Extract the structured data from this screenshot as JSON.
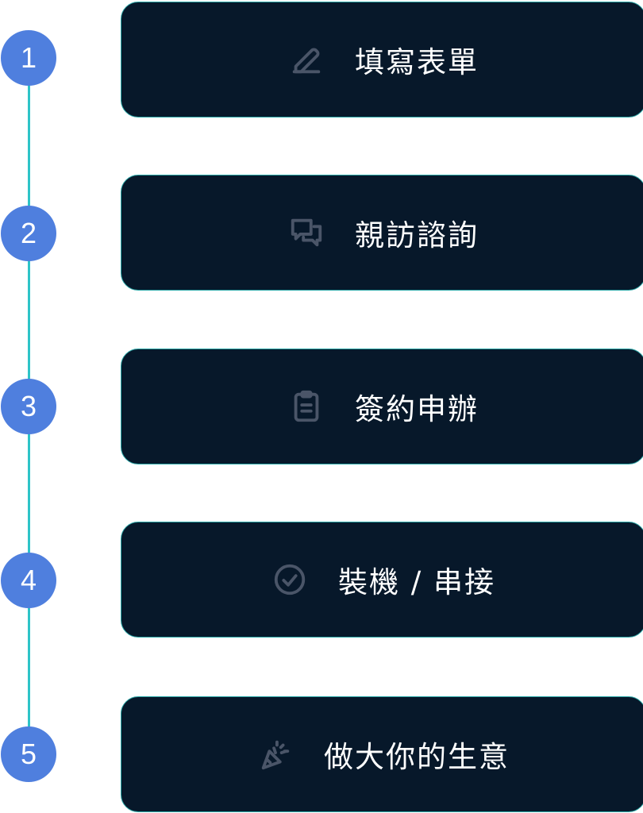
{
  "steps": [
    {
      "number": "1",
      "label": "填寫表單",
      "icon": "pencil-icon"
    },
    {
      "number": "2",
      "label": "親訪諮詢",
      "icon": "chat-bubbles-icon"
    },
    {
      "number": "3",
      "label": "簽約申辦",
      "icon": "clipboard-icon"
    },
    {
      "number": "4",
      "label": "裝機 / 串接",
      "icon": "check-circle-icon"
    },
    {
      "number": "5",
      "label": "做大你的生意",
      "icon": "party-popper-icon"
    }
  ],
  "colors": {
    "circle": "#4f7fde",
    "line": "#2ec4c8",
    "card": "#07182a",
    "card_border": "#2aa7a7",
    "icon": "#4a5568",
    "text": "#ffffff"
  }
}
